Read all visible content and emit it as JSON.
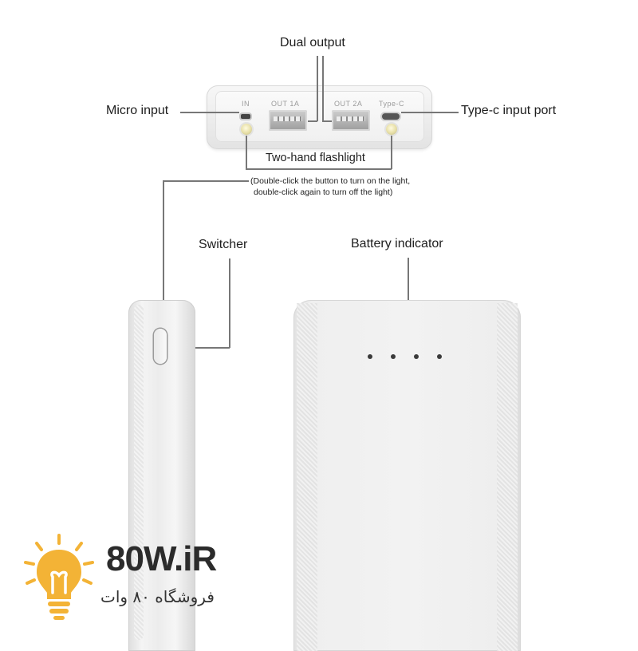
{
  "labels": {
    "dual_output": "Dual output",
    "micro_input": "Micro input",
    "typec_input": "Type-c input port",
    "two_hand_flashlight": "Two-hand flashlight",
    "flashlight_note_1": "(Double-click the button to turn on the light,",
    "flashlight_note_2": "double-click again to turn off the light)",
    "switcher": "Switcher",
    "battery_indicator": "Battery indicator"
  },
  "ports": {
    "in": "IN",
    "out1": "OUT 1A",
    "out2": "OUT 2A",
    "typec": "Type-C"
  },
  "logo": {
    "name": "80W.iR",
    "subtitle": "فروشگاه ۸۰ وات"
  },
  "colors": {
    "logo_bulb": "#f3b336",
    "leader_line": "#777777",
    "device_white": "#f2f2f2"
  }
}
